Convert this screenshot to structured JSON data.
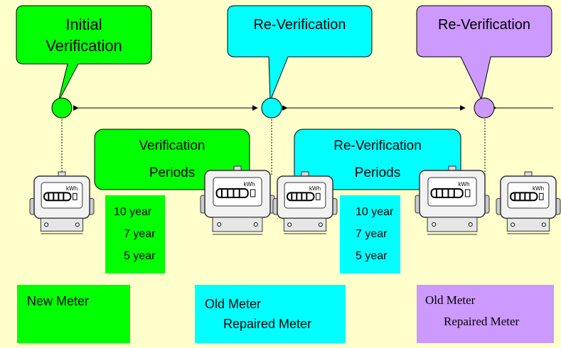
{
  "colors": {
    "background": "#ffffcc",
    "green": "#00ff00",
    "cyan": "#00ffff",
    "lavender": "#cc99ff"
  },
  "callouts": [
    {
      "lines": [
        "Initial",
        "Verification"
      ]
    },
    {
      "lines": [
        "Re-Verification"
      ]
    },
    {
      "lines": [
        "Re-Verification"
      ]
    }
  ],
  "periods": [
    {
      "lines": [
        "Verification",
        "Periods"
      ]
    },
    {
      "lines": [
        "Re-Verification",
        "Periods"
      ]
    }
  ],
  "years": [
    [
      "10 year",
      "7 year",
      "5 year"
    ],
    [
      "10 year",
      "7 year",
      "5 year"
    ]
  ],
  "meters": [
    {
      "display": "kWh"
    },
    {
      "display": "kWh"
    },
    {
      "display": "kWh"
    },
    {
      "display": "kWh"
    },
    {
      "display": "kWh"
    }
  ],
  "labels": [
    {
      "lines": [
        "New Meter"
      ]
    },
    {
      "lines": [
        "Old Meter",
        "Repaired Meter"
      ]
    },
    {
      "lines": [
        "Old Meter",
        "Repaired Meter"
      ]
    }
  ],
  "icons": [
    "meter-icon",
    "arrow-icon",
    "milestone-icon"
  ]
}
